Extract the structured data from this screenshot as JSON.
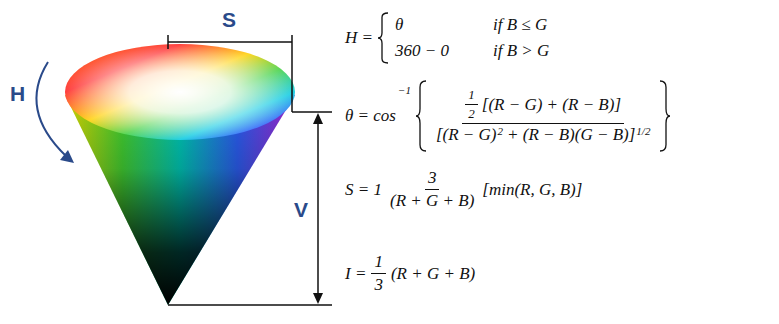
{
  "diagram": {
    "labels": [
      "H",
      "S",
      "V",
      "H =",
      "θ",
      "if B ≤ G",
      "360 − 0",
      "if B > G",
      "θ = cos",
      "−1",
      "1",
      "2",
      "[(R − G) + (R − B)]",
      "[(R − G)",
      "2",
      "+ (R − B)(G − B)]",
      "1/2",
      "S = 1",
      "3",
      "(R + G + B)",
      "[min(R, G, B)]",
      "I =",
      "1",
      "3",
      "(R + G + B)"
    ]
  }
}
